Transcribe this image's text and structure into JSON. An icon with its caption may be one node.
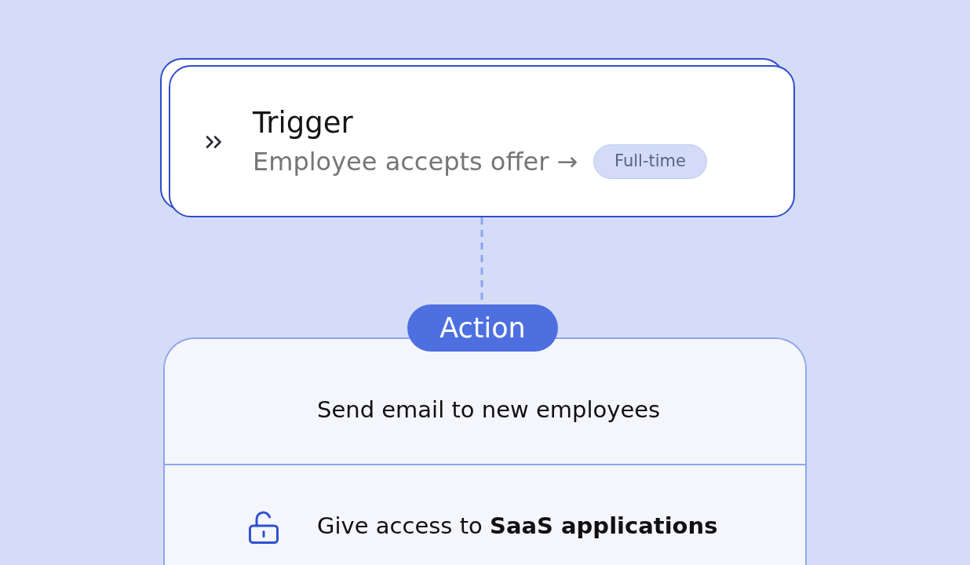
{
  "diagram": {
    "nodes": [
      {
        "text": [
          "Trigger",
          "Employee accepts offer →"
        ]
      },
      {
        "text": [
          "Full-time"
        ],
        "in": 0
      },
      {
        "text": [
          "Action"
        ]
      },
      {
        "text": [
          "Send email to new employees"
        ],
        "in": 2
      },
      {
        "text": [
          "Give access to **SaaS applications**"
        ],
        "in": 2
      }
    ],
    "edges": [
      {
        "from": 0,
        "to": 2,
        "arrow": "none",
        "style": "dashed"
      }
    ]
  }
}
